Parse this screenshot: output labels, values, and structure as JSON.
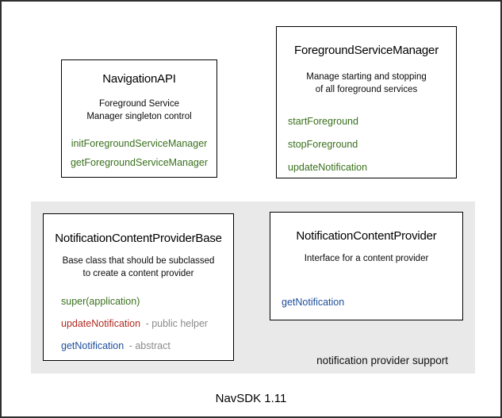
{
  "colors": {
    "method_green": "#39701c",
    "method_red": "#b02b22",
    "method_blue": "#1f4e9c",
    "suffix_gray": "#8a8a8a",
    "panel_gray": "#e9e9e9"
  },
  "boxes": {
    "navigation_api": {
      "title": "NavigationAPI",
      "description": [
        "Foreground Service",
        "Manager singleton control"
      ],
      "methods": [
        "initForegroundServiceManager",
        "getForegroundServiceManager"
      ]
    },
    "foreground_service_manager": {
      "title": "ForegroundServiceManager",
      "description": [
        "Manage starting and stopping",
        "of all foreground services"
      ],
      "methods": [
        "startForeground",
        "stopForeground",
        "updateNotification"
      ]
    },
    "notification_content_provider_base": {
      "title": "NotificationContentProviderBase",
      "description": [
        "Base class that should be subclassed",
        "to create a content provider"
      ],
      "methods": [
        {
          "name": "super(application)",
          "suffix": "",
          "color": "green"
        },
        {
          "name": "updateNotification",
          "suffix": "- public helper",
          "color": "red"
        },
        {
          "name": "getNotification",
          "suffix": "- abstract",
          "color": "blue"
        }
      ]
    },
    "notification_content_provider": {
      "title": "NotificationContentProvider",
      "description": [
        "Interface for a content provider"
      ],
      "methods": [
        {
          "name": "getNotification",
          "suffix": "",
          "color": "blue"
        }
      ]
    }
  },
  "panel_label": "notification provider support",
  "caption": "NavSDK 1.11"
}
